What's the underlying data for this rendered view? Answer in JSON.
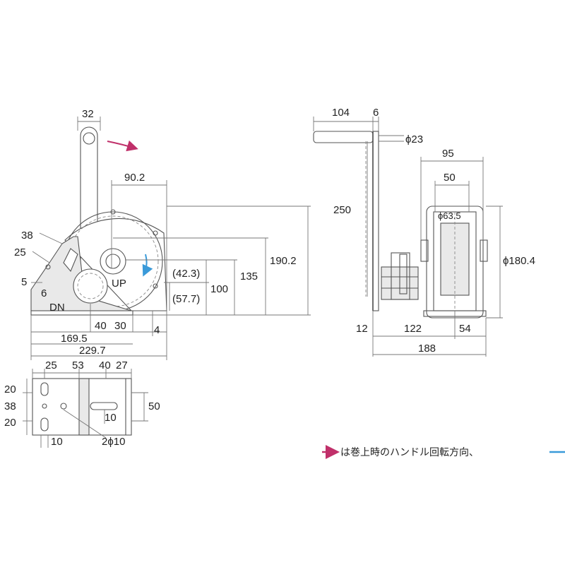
{
  "side_view": {
    "handle_width": "32",
    "drum_offset": "90.2",
    "height_overall": "190.2",
    "height_135": "135",
    "height_100": "100",
    "paren_42_3": "(42.3)",
    "paren_57_7": "(57.7)",
    "left_38": "38",
    "left_25": "25",
    "left_5": "5",
    "left_6": "6",
    "label_up": "UP",
    "label_dn": "DN",
    "bottom_40": "40",
    "bottom_30": "30",
    "bottom_4": "4",
    "bottom_169_5": "169.5",
    "bottom_229_7": "229.7"
  },
  "front_view": {
    "top_104": "104",
    "top_6": "6",
    "phi_23": "ϕ23",
    "width_95": "95",
    "width_50": "50",
    "phi_63_5": "ϕ63.5",
    "handle_250": "250",
    "phi_180_4": "ϕ180.4",
    "bottom_12": "12",
    "bottom_122": "122",
    "bottom_54": "54",
    "bottom_188": "188"
  },
  "base_plate": {
    "top_25": "25",
    "top_53": "53",
    "top_40": "40",
    "top_27": "27",
    "left_20a": "20",
    "left_38": "38",
    "left_20b": "20",
    "right_50": "50",
    "slot_10": "10",
    "bottom_10": "10",
    "holes_2phi10": "2ϕ10"
  },
  "legend": {
    "text": "は巻上時のハンドル回転方向、",
    "colors": {
      "up": "#c0306a",
      "down": "#3a9ad9"
    }
  }
}
